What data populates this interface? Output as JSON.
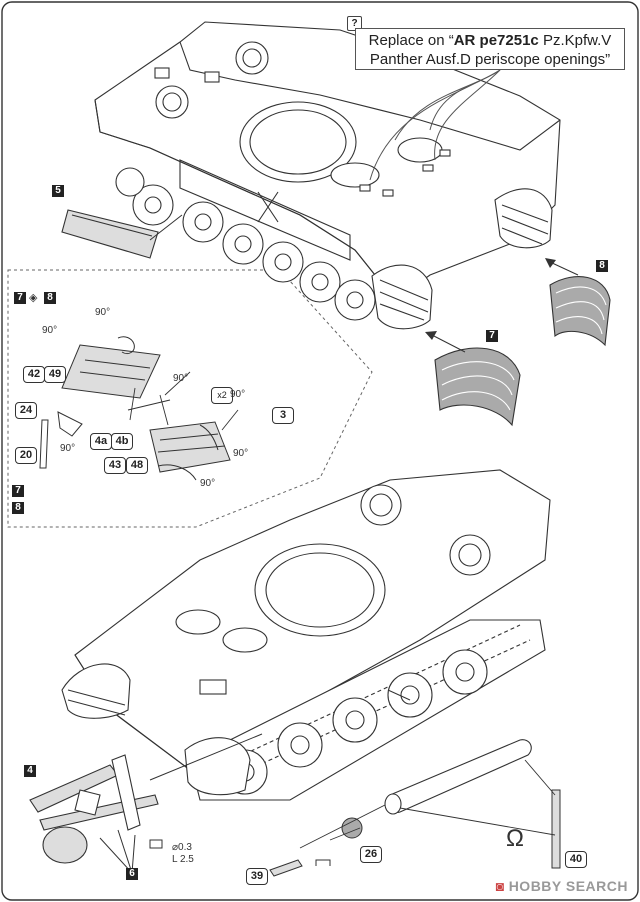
{
  "callout": {
    "qmark": "?",
    "line1_pre": "Replace on “",
    "line1_bold": "AR pe7251c",
    "line1_post": " Pz.Kpfw.V",
    "line2": "Panther Ausf.D periscope openings”"
  },
  "steps": {
    "s5": "5",
    "s8_top": "8",
    "s7_mid": "7",
    "inset_a": "7",
    "inset_b": "8",
    "inset_bottom_a": "7",
    "inset_bottom_b": "8",
    "s4": "4",
    "s6": "6"
  },
  "inset_parts": {
    "p42": "42",
    "p49": "49",
    "p24": "24",
    "p20": "20",
    "p4a": "4a",
    "p4b": "4b",
    "p43": "43",
    "p48": "48",
    "p3": "3",
    "x2": "x2"
  },
  "angles": {
    "a1": "90°",
    "a2": "90°",
    "a3": "90°",
    "a4": "90°",
    "a5": "90°",
    "a6": "90°",
    "a7": "90°"
  },
  "bottom_parts": {
    "p26": "26",
    "p39": "39",
    "p40": "40"
  },
  "rod_note": {
    "dia": "⌀0.3",
    "len": "L 2.5"
  },
  "omega": "Ω",
  "watermark": {
    "mark": "◙",
    "text": "HOBBY SEARCH"
  },
  "colors": {
    "line": "#333333",
    "fill": "#ffffff",
    "grey": "#aaaaaa",
    "badge": "#222222"
  }
}
